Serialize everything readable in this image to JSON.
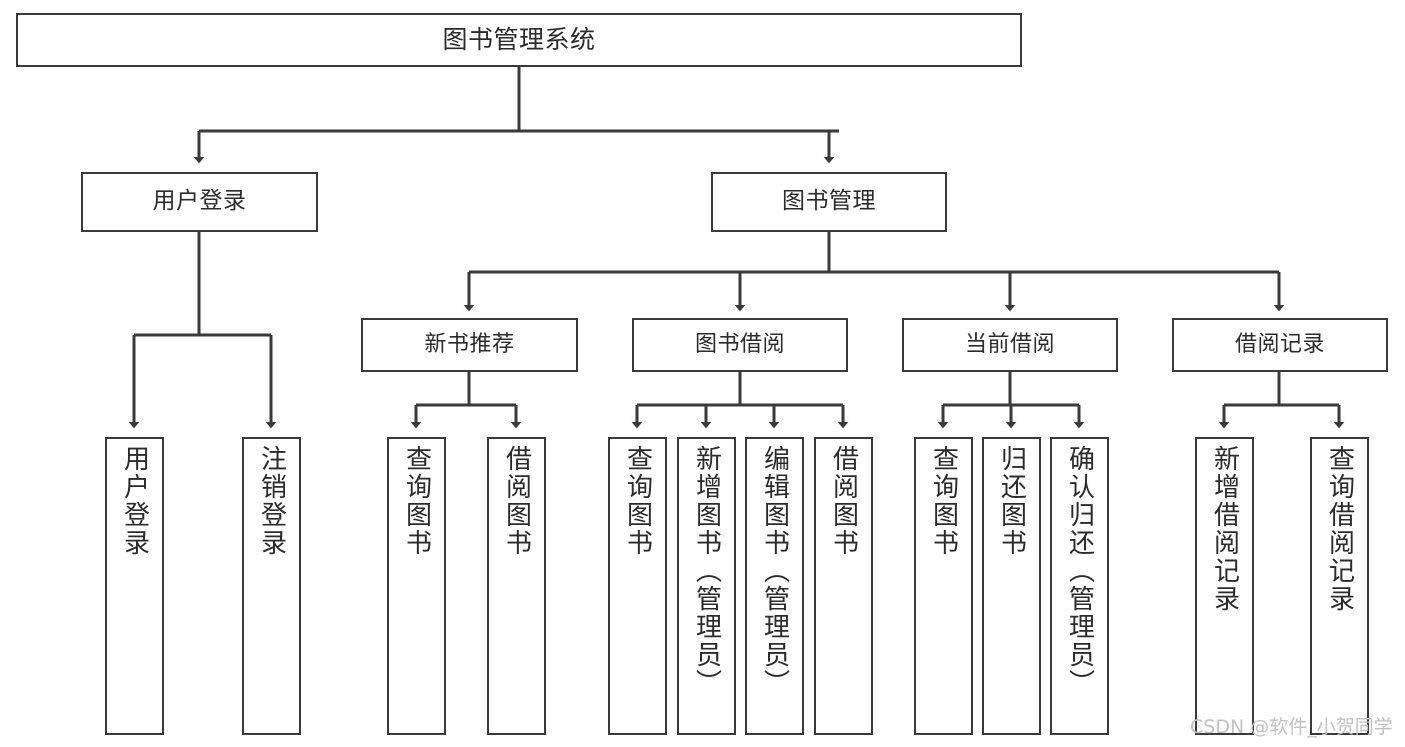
{
  "diagram": {
    "title": "图书管理系统",
    "type": "hierarchy-tree",
    "colors": {
      "box_border": "#3a3a3a",
      "box_fill": "#ffffff",
      "connector": "#3a3a3a",
      "text": "#2b2b2b",
      "watermark": "#c2c2c2",
      "background": "#ffffff"
    }
  },
  "root": {
    "label": "图书管理系统"
  },
  "level1": [
    {
      "label": "用户登录"
    },
    {
      "label": "图书管理"
    }
  ],
  "level2": [
    {
      "label": "新书推荐"
    },
    {
      "label": "图书借阅"
    },
    {
      "label": "当前借阅"
    },
    {
      "label": "借阅记录"
    }
  ],
  "leaves": {
    "user_login": [
      {
        "label": "用户登录"
      },
      {
        "label": "注销登录"
      }
    ],
    "new_book": [
      {
        "label": "查询图书"
      },
      {
        "label": "借阅图书"
      }
    ],
    "book_borrow": [
      {
        "label": "查询图书"
      },
      {
        "label": "新增图书（管理员）"
      },
      {
        "label": "编辑图书（管理员）"
      },
      {
        "label": "借阅图书"
      }
    ],
    "current_borrow": [
      {
        "label": "查询图书"
      },
      {
        "label": "归还图书"
      },
      {
        "label": "确认归还（管理员）"
      }
    ],
    "borrow_record": [
      {
        "label": "新增借阅记录"
      },
      {
        "label": "查询借阅记录"
      }
    ]
  },
  "watermark": {
    "text": "CSDN @软件_小贺同学"
  }
}
